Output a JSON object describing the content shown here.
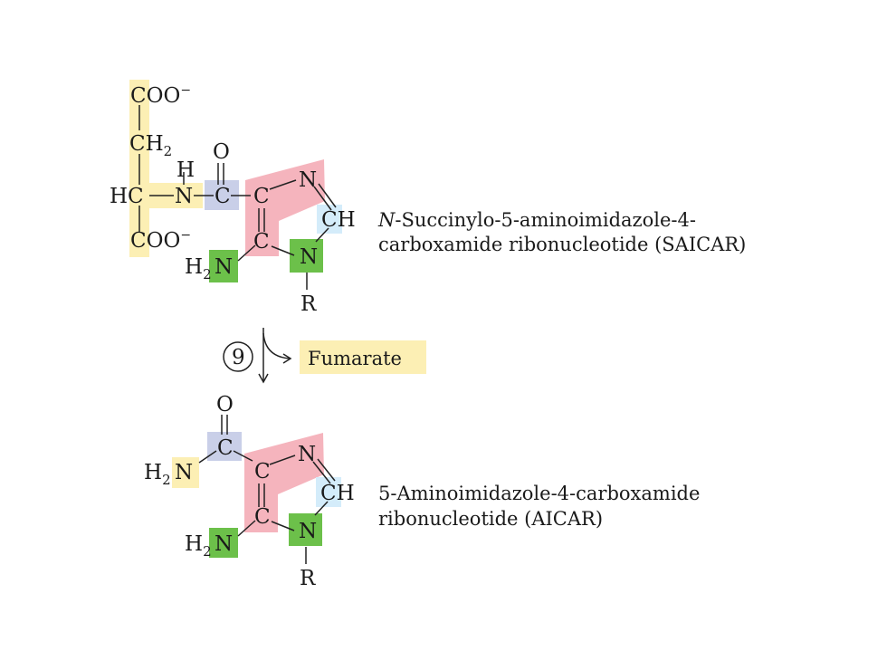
{
  "colors": {
    "yellow": "#fcefb4",
    "blue": "#c9cfe8",
    "pink": "#f5b4bd",
    "green": "#6cc04a",
    "lightblue": "#d4ecfa",
    "bond": "#222222",
    "text": "#1a1a1a"
  },
  "saicar": {
    "coo_top": "COO",
    "coo_top_charge": "−",
    "ch": "CH",
    "ch_sub": "2",
    "h_label": "H",
    "hc": "HC",
    "n_amide": "N",
    "o_label": "O",
    "c_carbonyl": "C",
    "c4": "C",
    "n3": "N",
    "ch_ring": "CH",
    "c5": "C",
    "n1": "N",
    "coo_bottom": "COO",
    "coo_bottom_charge": "−",
    "h2_label": "H",
    "h2_sub": "2",
    "n_amino": "N",
    "r_label": "R",
    "name_line1_italic": "N",
    "name_line1_rest": "-Succinylo-5-aminoimidazole-4-",
    "name_line2": "carboxamide ribonucleotide (SAICAR)"
  },
  "reaction": {
    "step_number": "9",
    "byproduct": "Fumarate"
  },
  "aicar": {
    "o_label": "O",
    "c_carbonyl": "C",
    "h2_amide": "H",
    "h2_amide_sub": "2",
    "n_amide": "N",
    "c4": "C",
    "n3": "N",
    "ch_ring": "CH",
    "c5": "C",
    "n1": "N",
    "h2_amino": "H",
    "h2_amino_sub": "2",
    "n_amino": "N",
    "r_label": "R",
    "name_line1": "5-Aminoimidazole-4-carboxamide",
    "name_line2": "ribonucleotide (AICAR)"
  }
}
